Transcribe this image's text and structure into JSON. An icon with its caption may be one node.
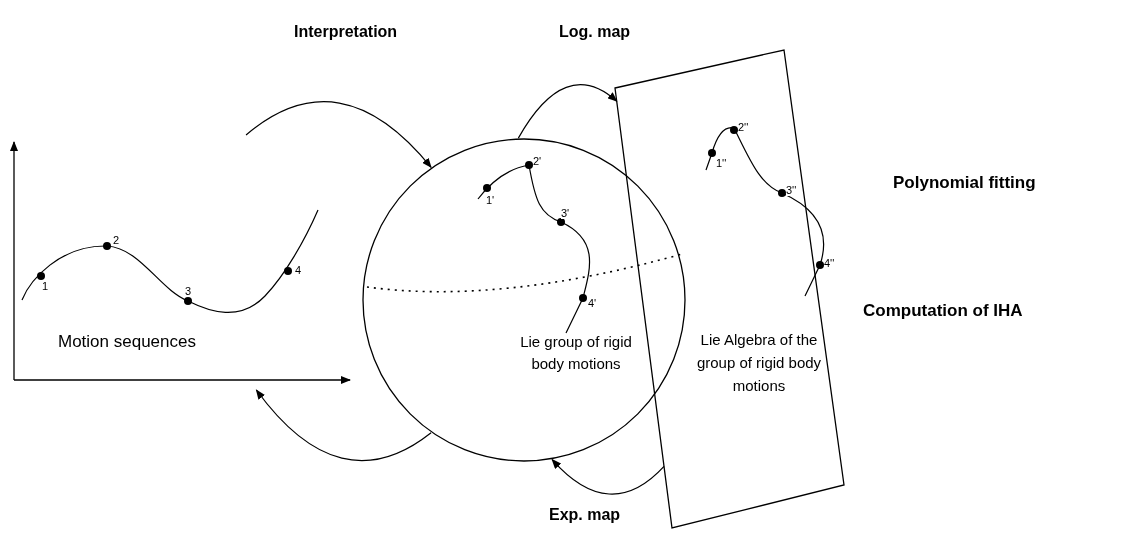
{
  "diagram": {
    "nodes": [
      {
        "text": [
          "Motion sequences"
        ]
      },
      {
        "text": [
          "Lie group of rigid body motions"
        ]
      },
      {
        "text": [
          "Lie Algebra of the group of rigid body motions"
        ]
      }
    ],
    "edges": [
      {
        "from": 0,
        "to": 1,
        "arrow": "to",
        "label": "Interpretation"
      },
      {
        "from": 1,
        "to": 2,
        "arrow": "to",
        "label": "Log. map"
      },
      {
        "from": 2,
        "to": 1,
        "arrow": "to",
        "label": "Exp. map"
      },
      {
        "from": 1,
        "to": 0,
        "arrow": "to"
      }
    ],
    "labels": [
      "Polynomial fitting",
      "Computation of IHA",
      "1",
      "2",
      "3",
      "4",
      "1'",
      "2'",
      "3'",
      "4'",
      "1''",
      "2''",
      "3''",
      "4''"
    ]
  }
}
